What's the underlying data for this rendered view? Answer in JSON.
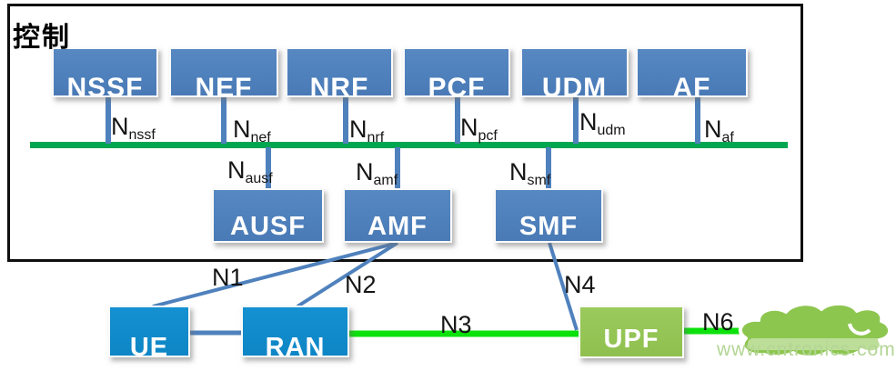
{
  "diagram": {
    "control_box_label": "控制",
    "control_plane_nodes": [
      {
        "id": "nssf",
        "label": "NSSF",
        "ref_main": "N",
        "ref_sub": "nssf"
      },
      {
        "id": "nef",
        "label": "NEF",
        "ref_main": "N",
        "ref_sub": "nef"
      },
      {
        "id": "nrf",
        "label": "NRF",
        "ref_main": "N",
        "ref_sub": "nrf"
      },
      {
        "id": "pcf",
        "label": "PCF",
        "ref_main": "N",
        "ref_sub": "pcf"
      },
      {
        "id": "udm",
        "label": "UDM",
        "ref_main": "N",
        "ref_sub": "udm"
      },
      {
        "id": "af",
        "label": "AF",
        "ref_main": "N",
        "ref_sub": "af"
      }
    ],
    "service_nodes": [
      {
        "id": "ausf",
        "label": "AUSF",
        "ref_main": "N",
        "ref_sub": "ausf"
      },
      {
        "id": "amf",
        "label": "AMF",
        "ref_main": "N",
        "ref_sub": "amf"
      },
      {
        "id": "smf",
        "label": "SMF",
        "ref_main": "N",
        "ref_sub": "smf"
      }
    ],
    "user_plane_nodes": [
      {
        "id": "ue",
        "label": "UE"
      },
      {
        "id": "ran",
        "label": "RAN"
      },
      {
        "id": "upf",
        "label": "UPF"
      }
    ],
    "interface_labels": {
      "n1": "N1",
      "n2": "N2",
      "n3": "N3",
      "n4": "N4",
      "n6": "N6"
    }
  },
  "watermark": "www.cntronics.com",
  "colors": {
    "control_node_blue": "#4f81bd",
    "user_node_blue": "#0f88c8",
    "upf_green": "#92c353",
    "bus_green": "#00a650",
    "link_bright_green": "#0ce10c",
    "cloud_green": "#8dc64f",
    "frame_black": "#0f0f0f"
  }
}
